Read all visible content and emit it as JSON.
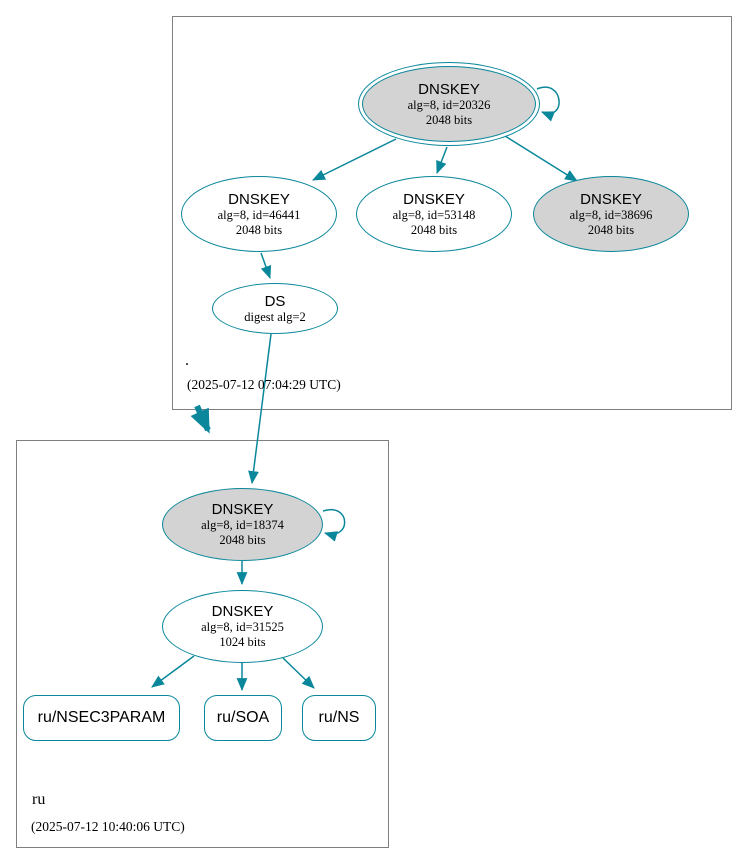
{
  "colors": {
    "edge_secure": "#0a879a",
    "node_fill_ksk": "#d3d3d3",
    "node_fill_zsk": "#ffffff",
    "cluster_border": "#7f7f7f"
  },
  "zones": [
    {
      "name": ".",
      "timestamp": "(2025-07-12 07:04:29 UTC)",
      "nodes": {
        "ksk": {
          "title": "DNSKEY",
          "algid": "alg=8, id=20326",
          "bits": "2048 bits"
        },
        "zsk1": {
          "title": "DNSKEY",
          "algid": "alg=8, id=46441",
          "bits": "2048 bits"
        },
        "zsk2": {
          "title": "DNSKEY",
          "algid": "alg=8, id=53148",
          "bits": "2048 bits"
        },
        "zsk3": {
          "title": "DNSKEY",
          "algid": "alg=8, id=38696",
          "bits": "2048 bits"
        },
        "ds": {
          "title": "DS",
          "algid": "digest alg=2"
        }
      }
    },
    {
      "name": "ru",
      "timestamp": "(2025-07-12 10:40:06 UTC)",
      "nodes": {
        "ksk": {
          "title": "DNSKEY",
          "algid": "alg=8, id=18374",
          "bits": "2048 bits"
        },
        "zsk": {
          "title": "DNSKEY",
          "algid": "alg=8, id=31525",
          "bits": "1024 bits"
        }
      },
      "rrsets": [
        {
          "label": "ru/NSEC3PARAM"
        },
        {
          "label": "ru/SOA"
        },
        {
          "label": "ru/NS"
        }
      ]
    }
  ]
}
